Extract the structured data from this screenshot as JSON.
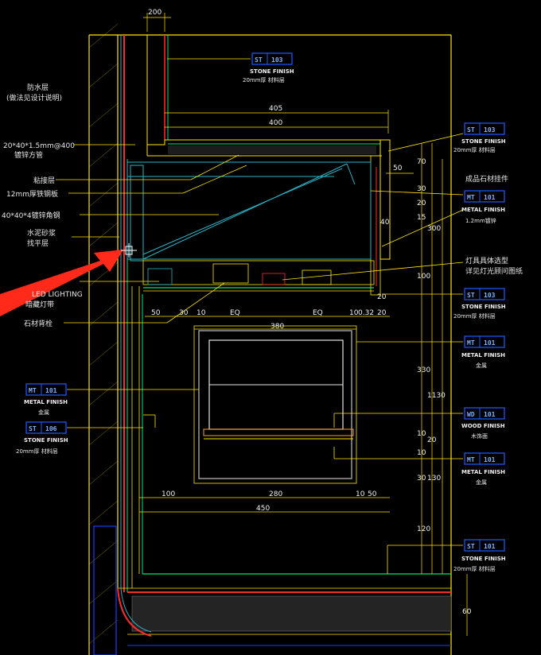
{
  "colors": {
    "background": "#000000",
    "outline": "#ffe600",
    "dimension": "#ffe600",
    "finish_line": "#00e676",
    "cyan": "#2bb3c7",
    "red": "#ff2a2a",
    "blue": "#1a3cff",
    "tag_box": "#1e5bff",
    "arrow": "#ff2a1a"
  },
  "left_callouts": [
    {
      "text": "防水层"
    },
    {
      "text": "(做法见设计说明)"
    },
    {
      "text": "20*40*1.5mm@400"
    },
    {
      "text": "镀锌方管"
    },
    {
      "text": "粘接层"
    },
    {
      "text": "12mm厚铁钢板"
    },
    {
      "text": "40*40*4镀锌角钢"
    },
    {
      "text": "水泥砂浆"
    },
    {
      "text": "找平层"
    },
    {
      "text": "LED LIGHTING"
    },
    {
      "text": "暗藏灯带"
    },
    {
      "text": "石材背栓"
    }
  ],
  "right_callouts": [
    {
      "text": "成品石材挂件"
    },
    {
      "text": "灯具具体选型"
    },
    {
      "text": "详见灯光顾问图纸"
    }
  ],
  "tags": [
    {
      "code": "ST",
      "num": "103",
      "title": "STONE FINISH",
      "sub": "20mm厚 材料层"
    },
    {
      "code": "ST",
      "num": "103",
      "title": "STONE FINISH",
      "sub": "20mm厚 材料层"
    },
    {
      "code": "MT",
      "num": "101",
      "title": "METAL FINISH",
      "sub": "1.2mm镀锌"
    },
    {
      "code": "ST",
      "num": "103",
      "title": "STONE FINISH",
      "sub": "20mm厚 材料层"
    },
    {
      "code": "MT",
      "num": "101",
      "title": "METAL FINISH",
      "sub": "金属"
    },
    {
      "code": "MT",
      "num": "101",
      "title": "METAL FINISH",
      "sub": "金属"
    },
    {
      "code": "ST",
      "num": "106",
      "title": "STONE FINISH",
      "sub": "20mm厚 材料层"
    },
    {
      "code": "WD",
      "num": "101",
      "title": "WOOD FINISH",
      "sub": "木饰面"
    },
    {
      "code": "MT",
      "num": "101",
      "title": "METAL FINISH",
      "sub": "金属"
    },
    {
      "code": "ST",
      "num": "101",
      "title": "STONE FINISH",
      "sub": "20mm厚 材料层"
    }
  ],
  "dims": {
    "top_200": "200",
    "d405": "405",
    "d400": "400",
    "d50": "50",
    "r70": "70",
    "r30": "30",
    "r20": "20",
    "r40": "40",
    "r15": "15",
    "r300": "300",
    "r100": "100",
    "r20b": "20",
    "b50": "50",
    "b30": "30",
    "b10": "10",
    "eq1": "EQ",
    "eq2": "EQ",
    "b10b": "10",
    "b032": "0.32",
    "b20": "20",
    "d380": "380",
    "v330": "330",
    "v1130": "1130",
    "v10": "10",
    "v20": "20",
    "v10b": "10",
    "v30": "30",
    "v130": "130",
    "v120": "120",
    "v60": "60",
    "h100": "100",
    "h280": "280",
    "h10": "10",
    "h50": "50",
    "h450": "450"
  }
}
